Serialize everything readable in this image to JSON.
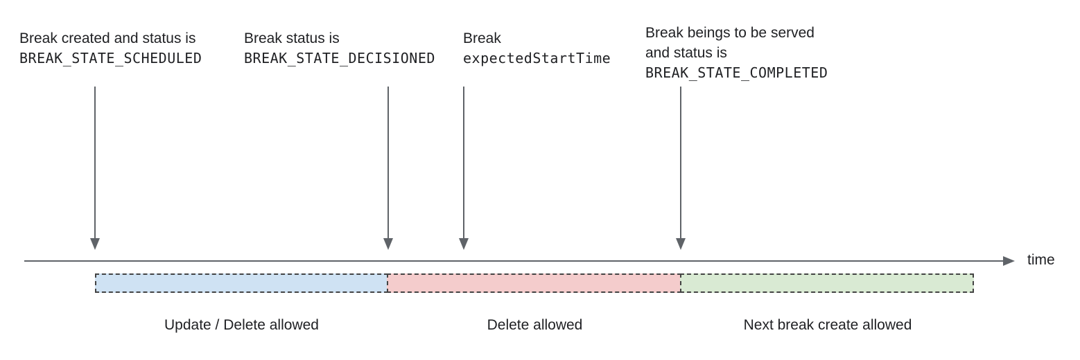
{
  "annotations": [
    {
      "line1": "Break created and status is",
      "code": "BREAK_STATE_SCHEDULED"
    },
    {
      "line1": "Break status is",
      "code": "BREAK_STATE_DECISIONED"
    },
    {
      "line1": "Break",
      "code": "expectedStartTime"
    },
    {
      "line1": "Break beings to be served",
      "line2": "and status is",
      "code": "BREAK_STATE_COMPLETED"
    }
  ],
  "timeline": {
    "axis_label": "time"
  },
  "segments": [
    {
      "label": "Update / Delete allowed",
      "fill": "#cfe2f3"
    },
    {
      "label": "Delete allowed",
      "fill": "#f4cccc"
    },
    {
      "label": "Next break create allowed",
      "fill": "#d9ead3"
    }
  ],
  "colors": {
    "arrow": "#5f6368",
    "axis": "#5f6368",
    "segment_border": "#434343",
    "text": "#202124"
  }
}
